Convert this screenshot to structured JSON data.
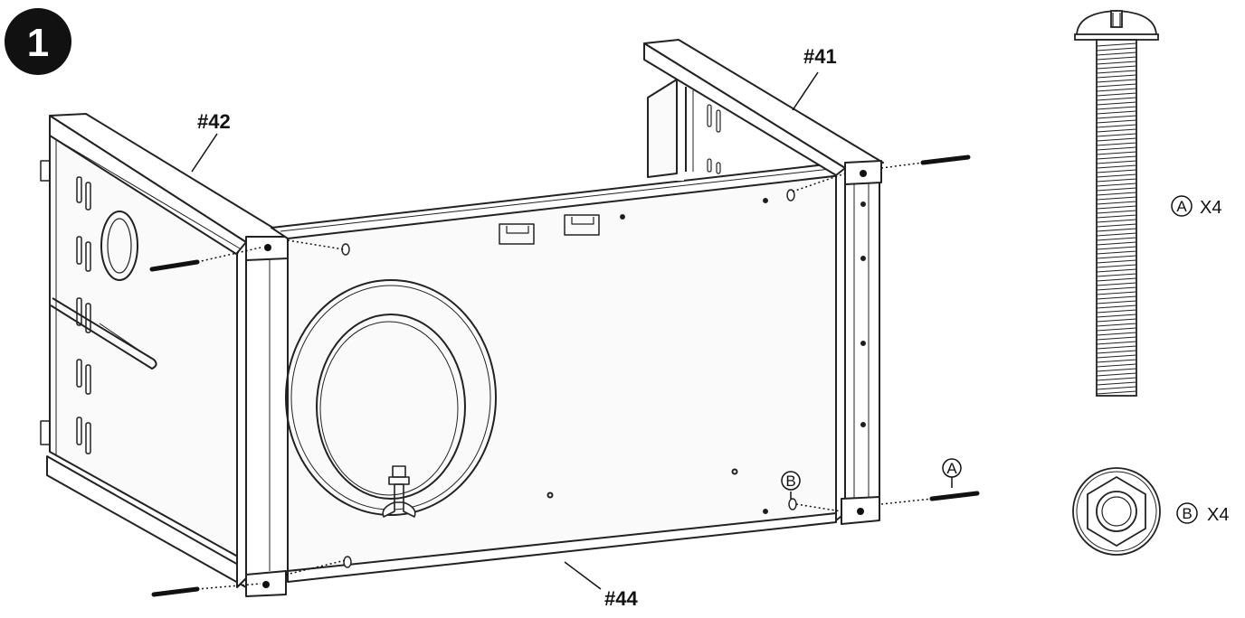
{
  "step": {
    "number": "1"
  },
  "parts": {
    "p42": "#42",
    "p41": "#41",
    "p44": "#44"
  },
  "callouts": {
    "a": "A",
    "b": "B"
  },
  "hardware": {
    "bolt": {
      "letter": "A",
      "qty": "X4",
      "icon": "bolt-icon"
    },
    "nut": {
      "letter": "B",
      "qty": "X4",
      "icon": "hex-nut-icon"
    }
  }
}
